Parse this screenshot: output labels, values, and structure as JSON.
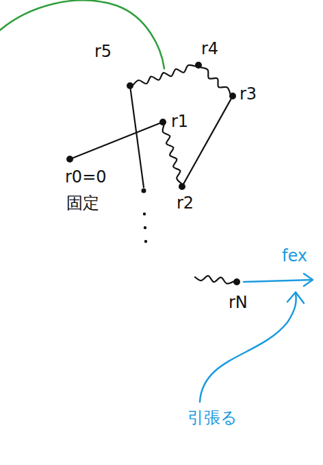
{
  "diagram": {
    "nodes": [
      {
        "text": [
          "r0=0",
          "固定"
        ]
      },
      {
        "text": [
          "r1"
        ]
      },
      {
        "text": [
          "r2"
        ]
      },
      {
        "text": [
          "r3"
        ]
      },
      {
        "text": [
          "r4"
        ]
      },
      {
        "text": [
          "r5"
        ]
      },
      {
        "text": [
          "rN"
        ]
      }
    ],
    "edges": [
      {
        "from": 0,
        "to": 1,
        "arrow": "none"
      },
      {
        "from": 1,
        "to": 2,
        "arrow": "none"
      },
      {
        "from": 2,
        "to": 3,
        "arrow": "none"
      },
      {
        "from": 3,
        "to": 4,
        "arrow": "none"
      },
      {
        "from": 4,
        "to": 5,
        "arrow": "none"
      },
      {
        "from": 5,
        "to": 6,
        "arrow": "none"
      }
    ],
    "labels": [
      "fex",
      "引張る"
    ]
  }
}
